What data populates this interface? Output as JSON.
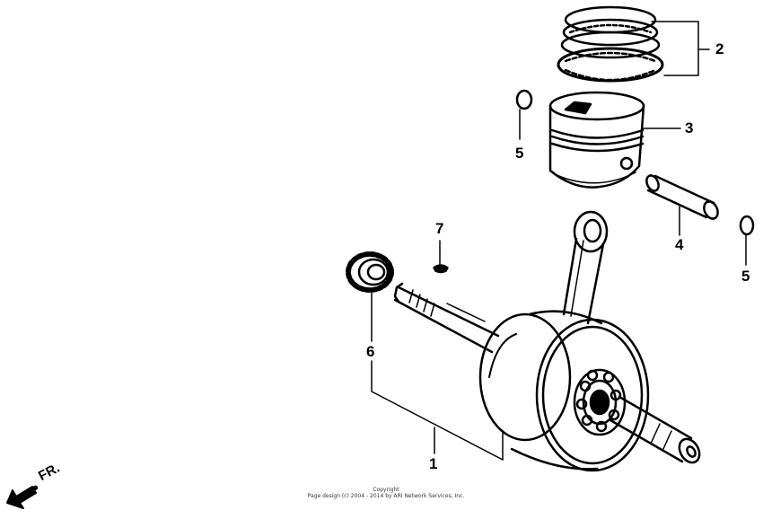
{
  "callouts": [
    {
      "id": "1",
      "label": "1"
    },
    {
      "id": "2",
      "label": "2"
    },
    {
      "id": "3",
      "label": "3"
    },
    {
      "id": "4",
      "label": "4"
    },
    {
      "id": "5a",
      "label": "5"
    },
    {
      "id": "5b",
      "label": "5"
    },
    {
      "id": "6",
      "label": "6"
    },
    {
      "id": "7",
      "label": "7"
    }
  ],
  "direction": {
    "label": "FR.",
    "icon": "front-arrow-icon"
  },
  "copyright": {
    "line1": "Copyright",
    "line2": "Page design (c) 2004 - 2014 by ARI Network Services, Inc."
  }
}
